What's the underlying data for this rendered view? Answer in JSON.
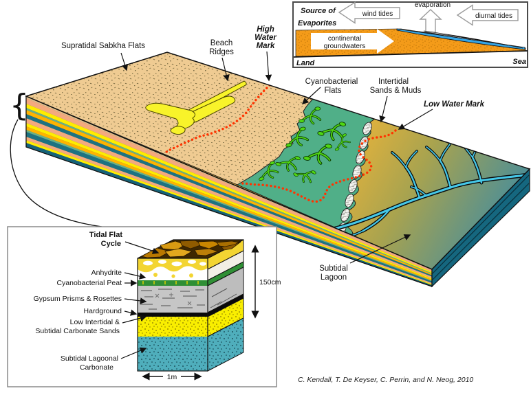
{
  "palette": {
    "sand": "#EFCB92",
    "green_flat": "#50AF88",
    "intertidal_orange": "#F2B637",
    "lagoon_teal": "#3E8BA2",
    "channel_cyan": "#45C8E8",
    "side_teal": "#1D7282",
    "red_water_mark": "#FF3300",
    "beach_ridge_yellow": "#F8F32A",
    "evaporite_land_orange": "#F49B19",
    "evaporite_sea_blue": "#35A5E5",
    "anhydrite_yellow": "#F3D532",
    "peat_green": "#2F8F35",
    "gypsum_gray": "#C6C6C6",
    "carbonate_sand_yellow": "#F9EE00",
    "lagoonal_carbonate_teal": "#4FAEBC"
  },
  "main_labels": {
    "supratidal": "Supratidal Sabkha Flats",
    "beach_ridges": {
      "l1": "Beach",
      "l2": "Ridges"
    },
    "high_water_mark": {
      "l1": "High",
      "l2": "Water",
      "l3": "Mark"
    },
    "cyanobacterial_flats": {
      "l1": "Cyanobacterial",
      "l2": "Flats"
    },
    "intertidal": {
      "l1": "Intertidal",
      "l2": "Sands & Muds"
    },
    "low_water_mark": "Low Water Mark",
    "subtidal_lagoon": {
      "l1": "Subtidal",
      "l2": "Lagoon"
    }
  },
  "evaporites_inset": {
    "title": {
      "l1": "Source of",
      "l2": "Evaporites"
    },
    "wind_tides": "wind tides",
    "evaporation": "evaporation",
    "diurnal_tides": "diurnal tides",
    "groundwaters": {
      "l1": "continental",
      "l2": "groundwaters"
    },
    "land": "Land",
    "sea": "Sea"
  },
  "cycle_inset": {
    "title": {
      "l1": "Tidal Flat",
      "l2": "Cycle"
    },
    "anhydrite": "Anhydrite",
    "cyanobacterial_peat": "Cyanobacterial Peat",
    "gypsum": "Gypsum Prisms & Rosettes",
    "hardground": "Hardground",
    "low_intertidal": {
      "l1": "Low Intertidal &",
      "l2": "Subtidal Carbonate Sands"
    },
    "subtidal_lagoonal": {
      "l1": "Subtidal Lagoonal",
      "l2": "Carbonate"
    },
    "scale_v": "150cm",
    "scale_h": "1m"
  },
  "attribution": "C. Kendall, T. De Keyser, C. Perrin, and N. Neog, 2010"
}
